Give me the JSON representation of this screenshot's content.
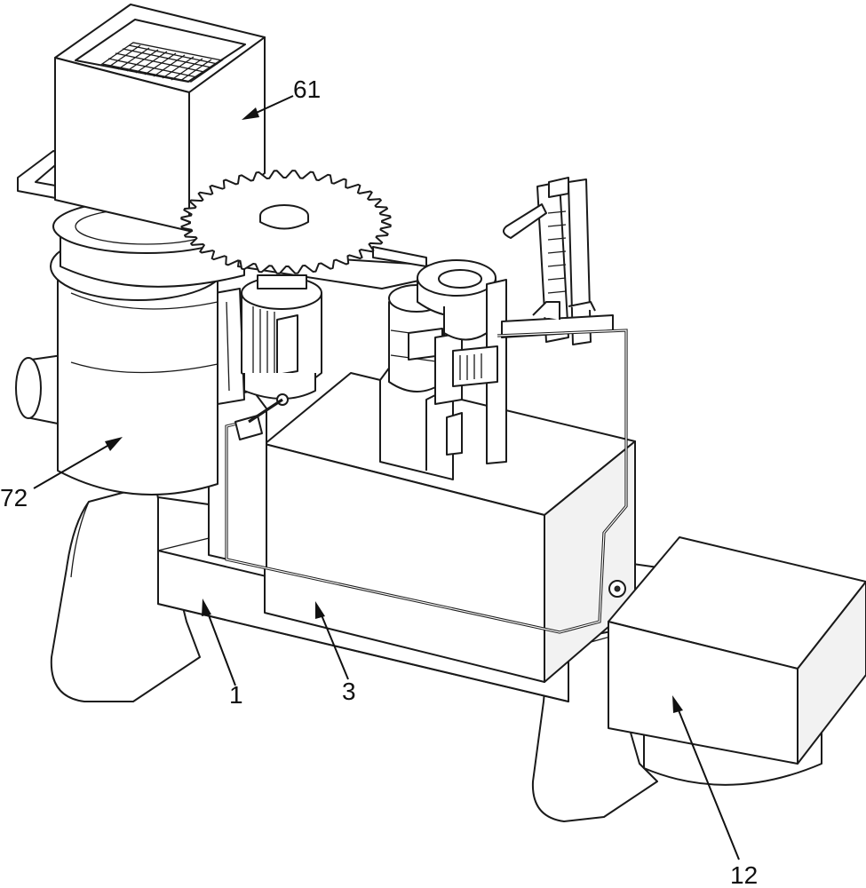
{
  "labels": {
    "hopper": "61",
    "tank": "72",
    "frame": "1",
    "box": "3",
    "motor_box": "12"
  },
  "colors": {
    "line": "#1a1a1a",
    "fill": "#ffffff",
    "shade": "#f2f2f2"
  }
}
